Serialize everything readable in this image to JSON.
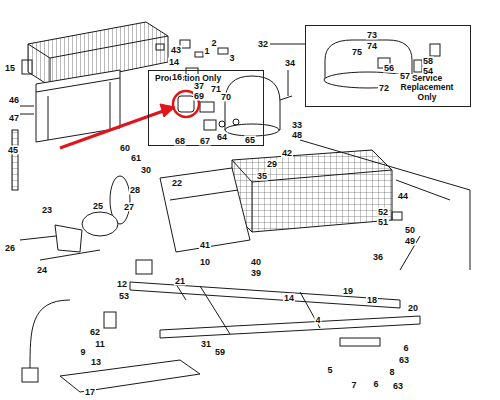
{
  "diagram": {
    "nodes": [
      {
        "text": [
          "Production Only"
        ]
      },
      {
        "text": [
          "Service Replacement Only"
        ]
      }
    ],
    "labels": [
      "43",
      "14",
      "1",
      "2",
      "3",
      "15",
      "16",
      "32",
      "73",
      "74",
      "75",
      "56",
      "57",
      "58",
      "54",
      "72",
      "34",
      "37",
      "69",
      "71",
      "70",
      "65",
      "64",
      "67",
      "68",
      "33",
      "48",
      "46",
      "47",
      "45",
      "60",
      "61",
      "30",
      "42",
      "29",
      "35",
      "22",
      "28",
      "27",
      "44",
      "52",
      "51",
      "50",
      "49",
      "36",
      "23",
      "25",
      "26",
      "24",
      "41",
      "10",
      "40",
      "39",
      "21",
      "12",
      "53",
      "14",
      "19",
      "18",
      "20",
      "4",
      "31",
      "59",
      "62",
      "11",
      "9",
      "13",
      "17",
      "5",
      "6",
      "63",
      "8",
      "6",
      "63",
      "7"
    ]
  }
}
